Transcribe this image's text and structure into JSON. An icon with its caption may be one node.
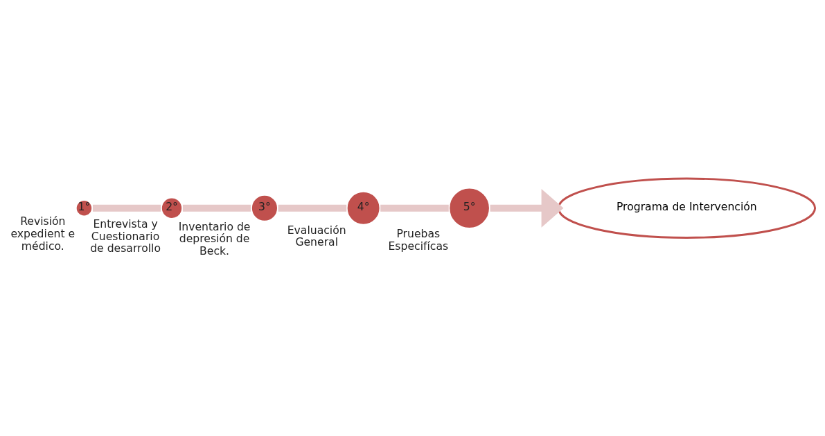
{
  "diagram": {
    "nodes": [
      {
        "text": [
          "1°"
        ],
        "beside": [
          "Revisión expedient e médico."
        ]
      },
      {
        "text": [
          "2°"
        ],
        "beside": [
          "Entrevista y Cuestionario de desarrollo"
        ]
      },
      {
        "text": [
          "3°"
        ],
        "beside": [
          "Inventario de depresión de Beck."
        ]
      },
      {
        "text": [
          "4°"
        ],
        "beside": [
          "Evaluación General"
        ]
      },
      {
        "text": [
          "5°"
        ],
        "beside": [
          "Pruebas Especifícas"
        ]
      },
      {
        "text": [
          "Programa de Intervención"
        ]
      }
    ],
    "edges": [
      {
        "from": 0,
        "to": 1,
        "arrow": "none"
      },
      {
        "from": 1,
        "to": 2,
        "arrow": "none"
      },
      {
        "from": 2,
        "to": 3,
        "arrow": "none"
      },
      {
        "from": 3,
        "to": 4,
        "arrow": "none"
      },
      {
        "from": 4,
        "to": 5,
        "arrow": "to"
      }
    ]
  }
}
